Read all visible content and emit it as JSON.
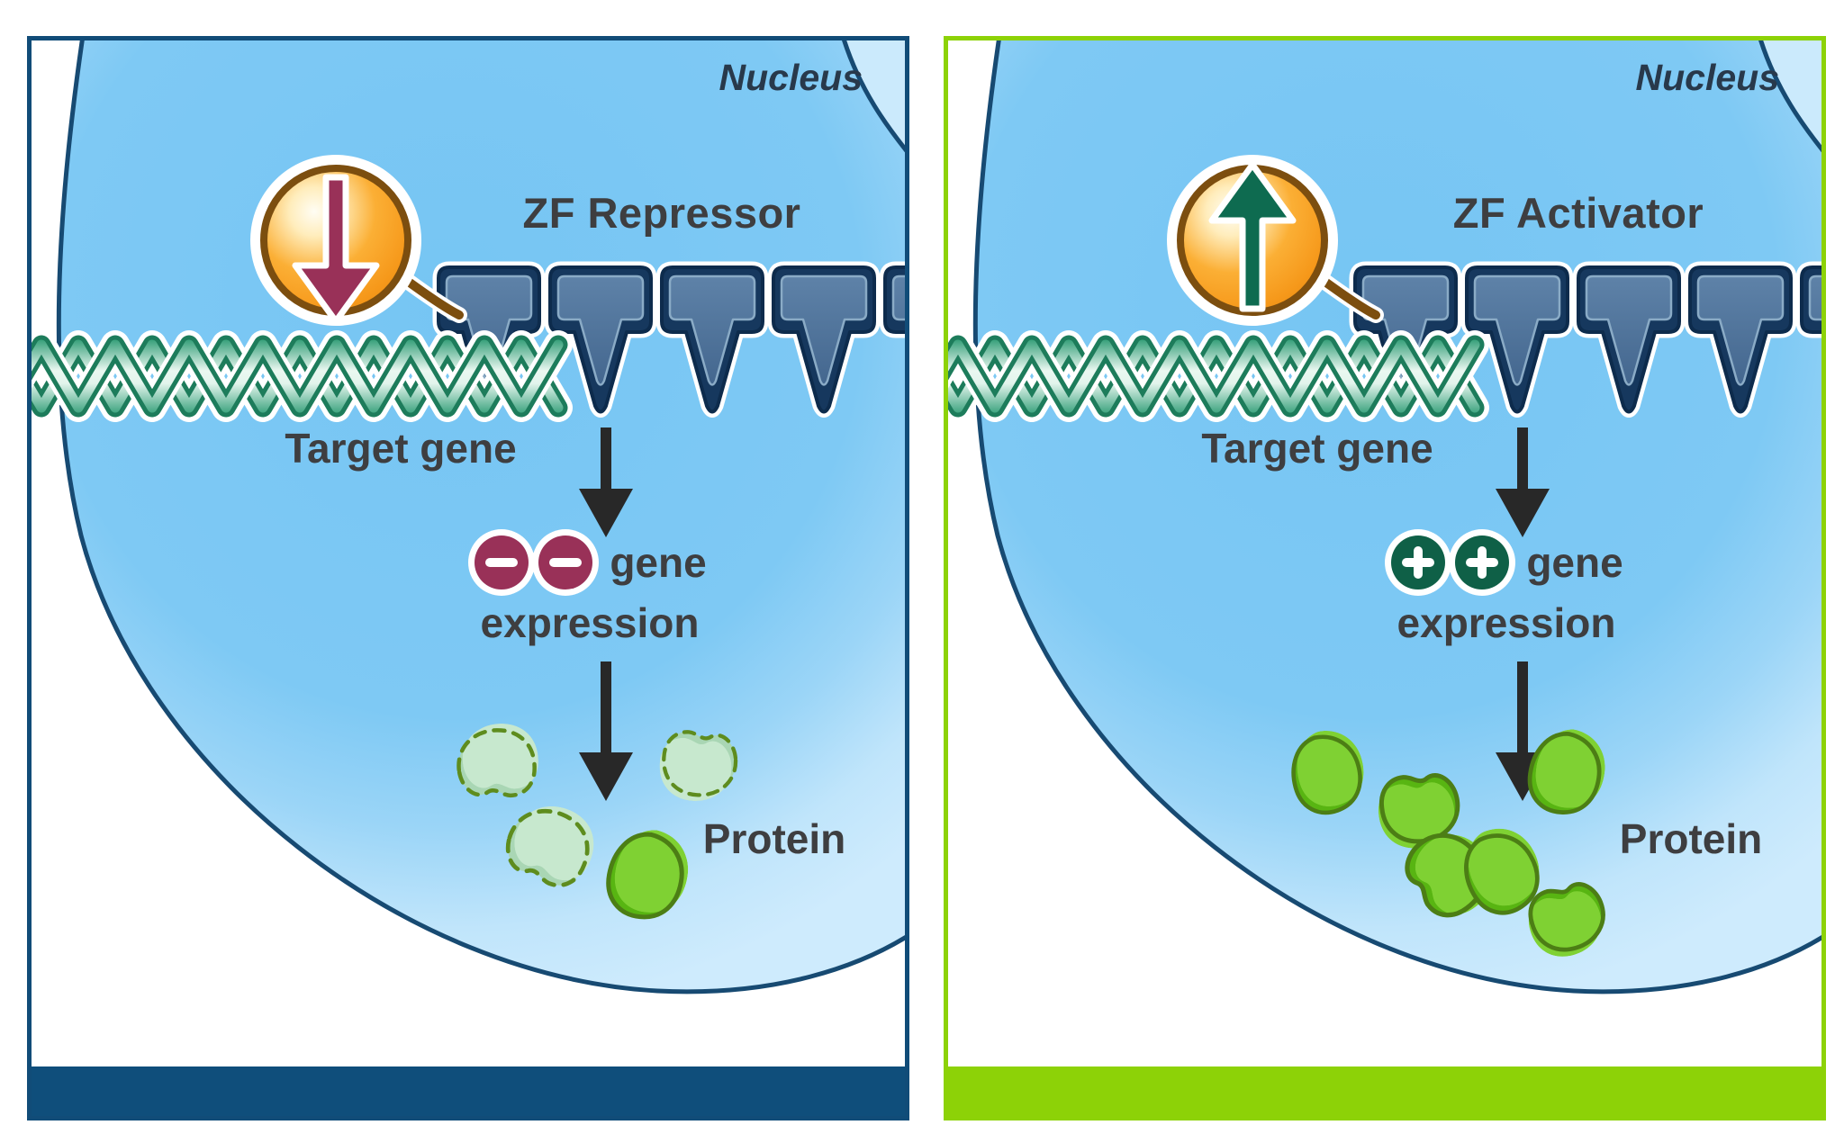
{
  "figure": {
    "subject": "Zinc finger protein gene regulation",
    "layout": "two-panel comparison"
  },
  "colors": {
    "repressor_accent": "#114C78",
    "activator_accent": "#8DD207",
    "nucleus_blue": "#7FC9F4",
    "nucleus_rim_blue": "#C8E8FB",
    "nucleus_outline": "#174A72",
    "dna_green": "#2A9A72",
    "zinc_finger_navy": "#16385E",
    "zinc_finger_slate": "#4C7098",
    "sphere_orange": "#F9A825",
    "repressor_maroon": "#993158",
    "activator_dark_green": "#0F6047",
    "protein_green": "#7FD133",
    "faded_protein_green": "#C7E8CE",
    "flow_arrow_black": "#282828",
    "label_text": "#3E3E40",
    "nucleus_text": "#28394B"
  },
  "panels": [
    {
      "id": "repressor",
      "nucleus_label": "Nucleus",
      "title": "ZF Repressor",
      "target_gene_label": "Target gene",
      "gene_label": "gene",
      "expression_label": "expression",
      "protein_label": "Protein",
      "badge_symbol": "−",
      "badge_symbol_name": "minus",
      "badge_count": 2,
      "badge_color": "#993158",
      "border_color": "#114C78",
      "bar_color": "#0F4E7B",
      "sphere_arrow_direction": "down",
      "sphere_arrow_color": "#993158",
      "zinc_finger_blocks": 5,
      "proteins": {
        "faded_dashed": 3,
        "solid": 1
      }
    },
    {
      "id": "activator",
      "nucleus_label": "Nucleus",
      "title": "ZF Activator",
      "target_gene_label": "Target gene",
      "gene_label": "gene",
      "expression_label": "expression",
      "protein_label": "Protein",
      "badge_symbol": "+",
      "badge_symbol_name": "plus",
      "badge_count": 2,
      "badge_color": "#0F6047",
      "border_color": "#8DD207",
      "bar_color": "#8DD207",
      "sphere_arrow_direction": "up",
      "sphere_arrow_color": "#0E6B50",
      "zinc_finger_blocks": 5,
      "proteins": {
        "faded_dashed": 0,
        "solid": 6
      }
    }
  ]
}
